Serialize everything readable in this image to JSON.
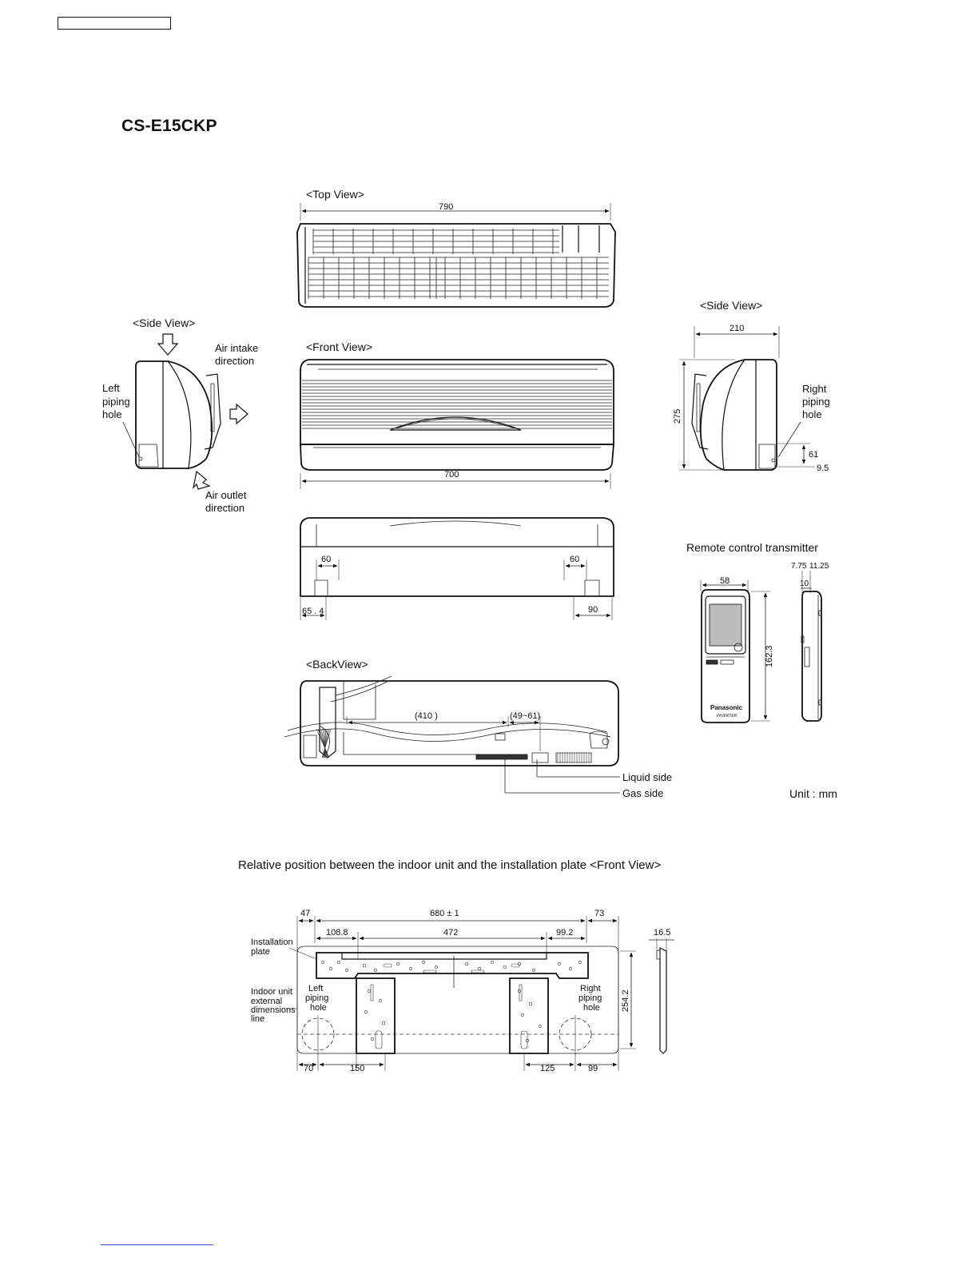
{
  "model": "CS-E15CKP",
  "views": {
    "top": "<Top View>",
    "front": "<Front View>",
    "side_left": "<Side View>",
    "side_right": "<Side View>",
    "back": "<BackView>"
  },
  "annotations": {
    "air_intake_line1": "Air intake",
    "air_intake_line2": "direction",
    "air_outlet_line1": "Air outlet",
    "air_outlet_line2": "direction",
    "left_piping_1": "Left",
    "left_piping_2": "piping",
    "left_piping_3": "hole",
    "right_piping_1": "Right",
    "right_piping_2": "piping",
    "right_piping_3": "hole",
    "liquid_side": "Liquid side",
    "gas_side": "Gas side",
    "unit": "Unit : mm",
    "remote_title": "Remote control transmitter",
    "remote_brand": "Panasonic",
    "remote_sub": "INVERTER"
  },
  "dimensions": {
    "top_width": "790",
    "front_width": "700",
    "side_depth": "210",
    "side_height": "275",
    "side_pipe_height": "61",
    "side_bottom": "9.5",
    "bottom_left_60": "60",
    "bottom_right_60": "60",
    "bottom_left_654": "65 . 4",
    "bottom_right_90": "90",
    "back_410": "(410 )",
    "back_4961": "(49~61)",
    "remote_width": "58",
    "remote_height": "162.3",
    "remote_775": "7.75",
    "remote_1125": "11.25",
    "remote_10": "10"
  },
  "plate": {
    "title": "Relative position between the indoor unit and the installation plate <Front View>",
    "d47": "47",
    "d680": "680 ± 1",
    "d73": "73",
    "d1088": "108.8",
    "d472": "472",
    "d992": "99.2",
    "d165": "16.5",
    "d2542": "254.2",
    "d70": "70",
    "d150": "150",
    "d125": "125",
    "d99": "99",
    "installation_1": "Installation",
    "installation_2": "plate",
    "indoor_1": "Indoor unit",
    "indoor_2": "external",
    "indoor_3": "dimensions",
    "indoor_4": "line",
    "left_1": "Left",
    "left_2": "piping",
    "left_3": "hole",
    "right_1": "Right",
    "right_2": "piping",
    "right_3": "hole"
  }
}
